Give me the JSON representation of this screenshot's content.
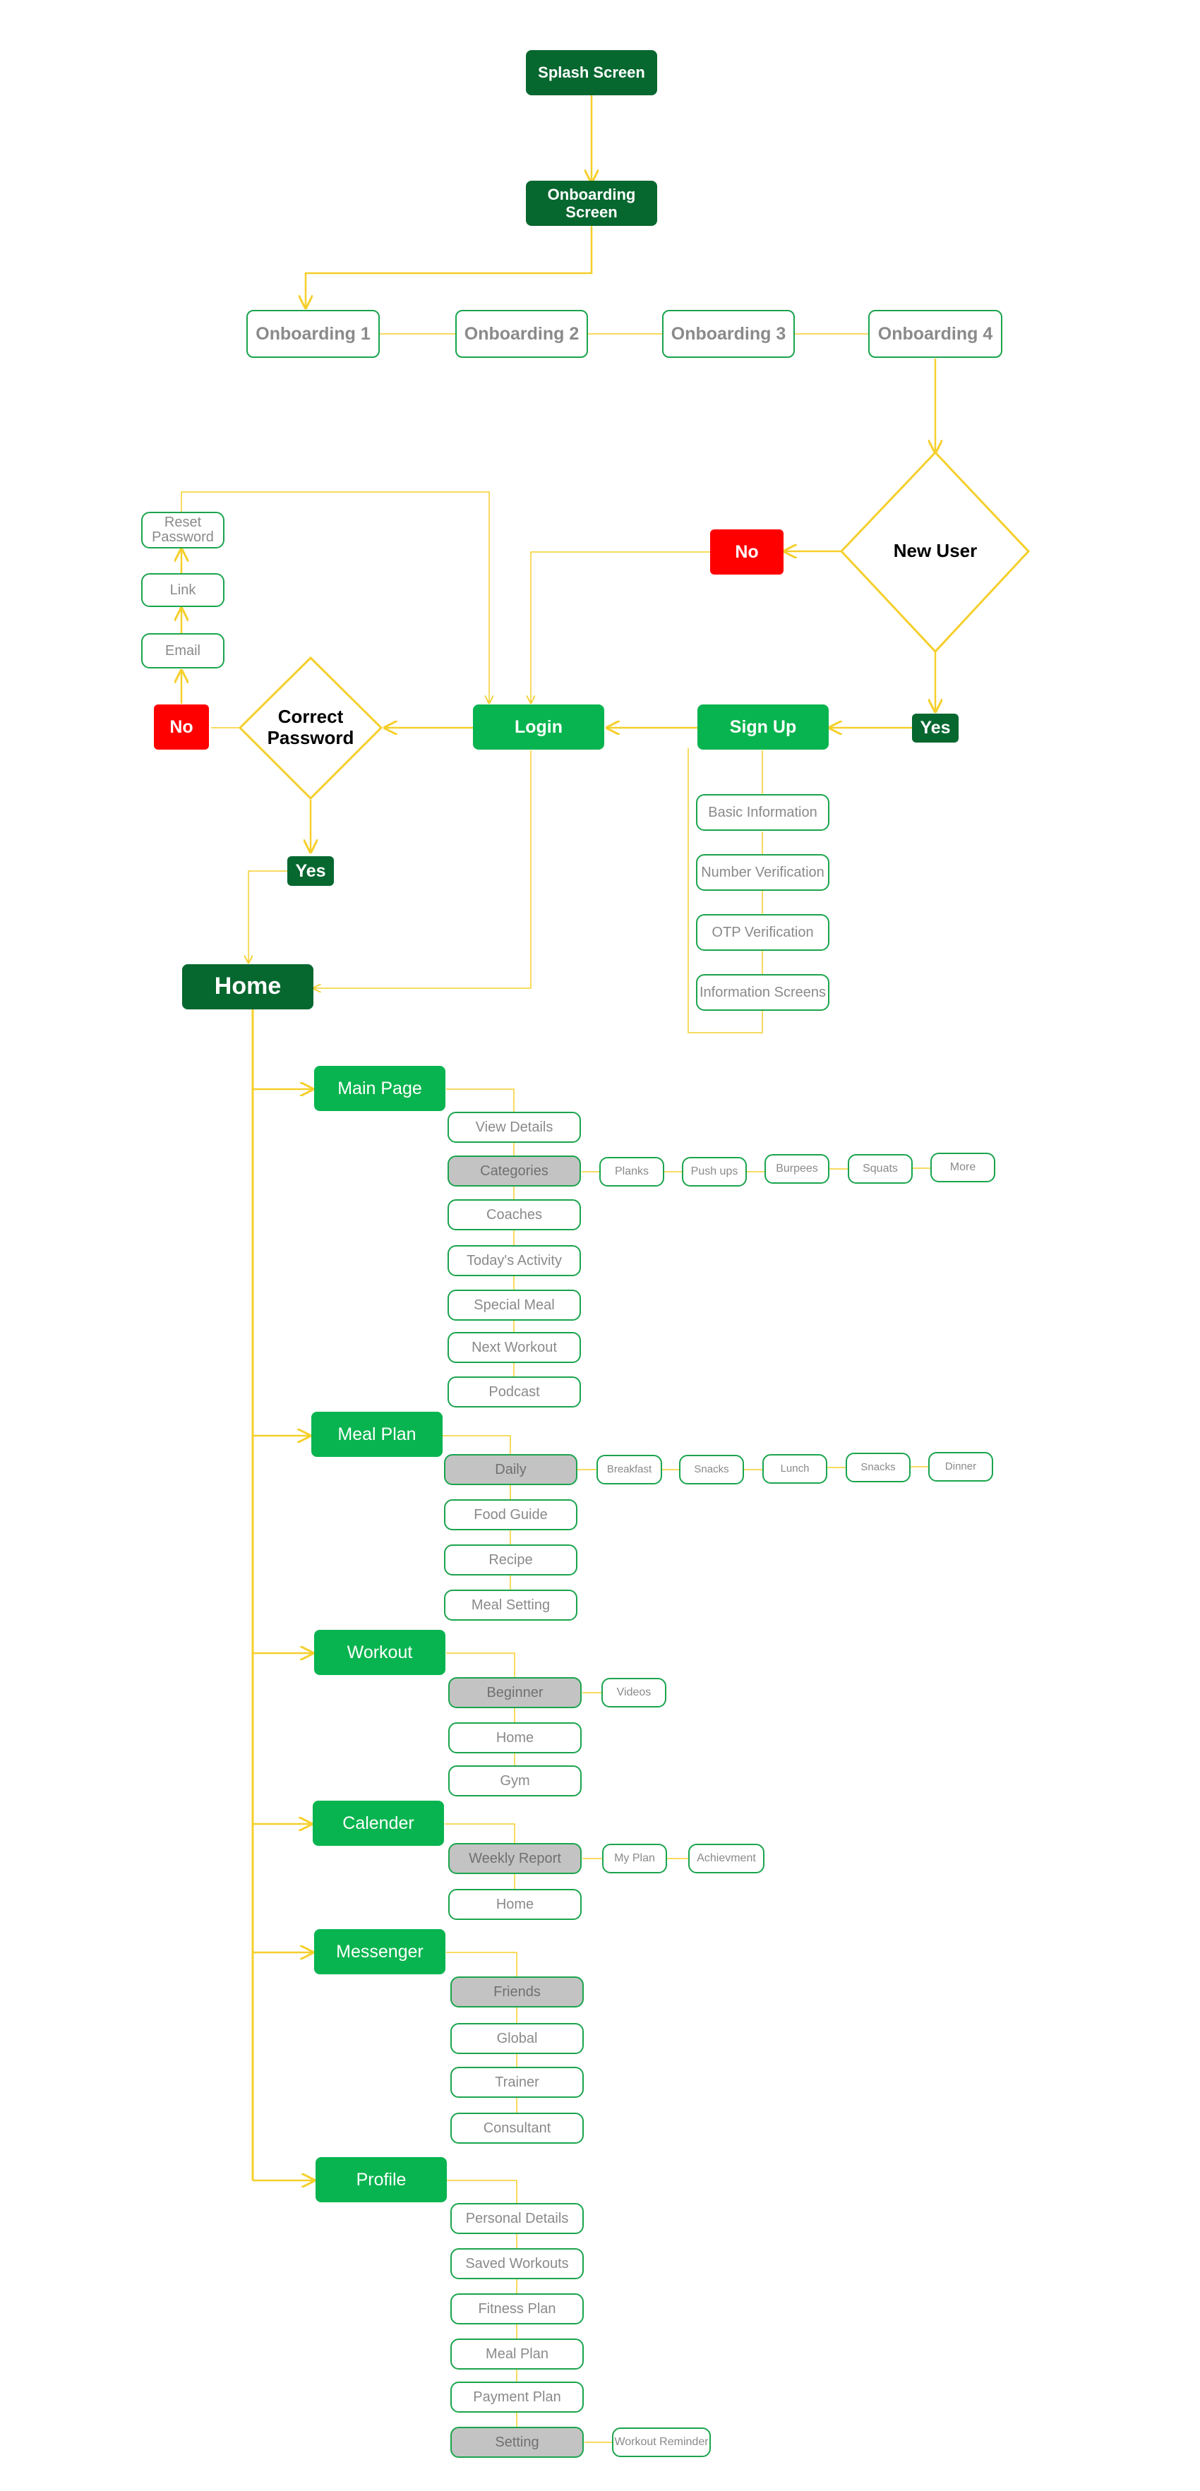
{
  "top": {
    "splash": "Splash Screen",
    "onboarding": "Onboarding Screen"
  },
  "onboarding_steps": [
    "Onboarding 1",
    "Onboarding 2",
    "Onboarding 3",
    "Onboarding 4"
  ],
  "decision_new_user": {
    "label": "New User",
    "no": "No",
    "yes": "Yes"
  },
  "login": "Login",
  "signup": "Sign Up",
  "signup_steps": [
    "Basic Information",
    "Number Verification",
    "OTP Verification",
    "Information Screens"
  ],
  "decision_password": {
    "label": "Correct Password",
    "no": "No",
    "yes": "Yes"
  },
  "reset_flow": [
    "Email",
    "Link",
    "Reset Password"
  ],
  "home": "Home",
  "sections": {
    "main_page": {
      "title": "Main Page",
      "items": [
        "View Details",
        "Categories",
        "Coaches",
        "Today's Activity",
        "Special Meal",
        "Next Workout",
        "Podcast"
      ],
      "sub": [
        "Planks",
        "Push ups",
        "Burpees",
        "Squats",
        "More"
      ]
    },
    "meal_plan": {
      "title": "Meal Plan",
      "items": [
        "Daily",
        "Food Guide",
        "Recipe",
        "Meal Setting"
      ],
      "sub": [
        "Breakfast",
        "Snacks",
        "Lunch",
        "Snacks",
        "Dinner"
      ]
    },
    "workout": {
      "title": "Workout",
      "items": [
        "Beginner",
        "Home",
        "Gym"
      ],
      "sub": [
        "Videos"
      ]
    },
    "calender": {
      "title": "Calender",
      "items": [
        "Weekly Report",
        "Home"
      ],
      "sub": [
        "My Plan",
        "Achievment"
      ]
    },
    "messenger": {
      "title": "Messenger",
      "items": [
        "Friends",
        "Global",
        "Trainer",
        "Consultant"
      ]
    },
    "profile": {
      "title": "Profile",
      "items": [
        "Personal Details",
        "Saved Workouts",
        "Fitness Plan",
        "Meal Plan",
        "Payment Plan",
        "Setting"
      ],
      "sub": [
        "Workout Reminder"
      ]
    }
  },
  "colors": {
    "connector": "#f5cf2b",
    "dark_green": "#06672f",
    "green": "#08b44f",
    "red": "#ff0000",
    "outline": "#1aa44d",
    "grey_fill": "#c3c3c3"
  }
}
